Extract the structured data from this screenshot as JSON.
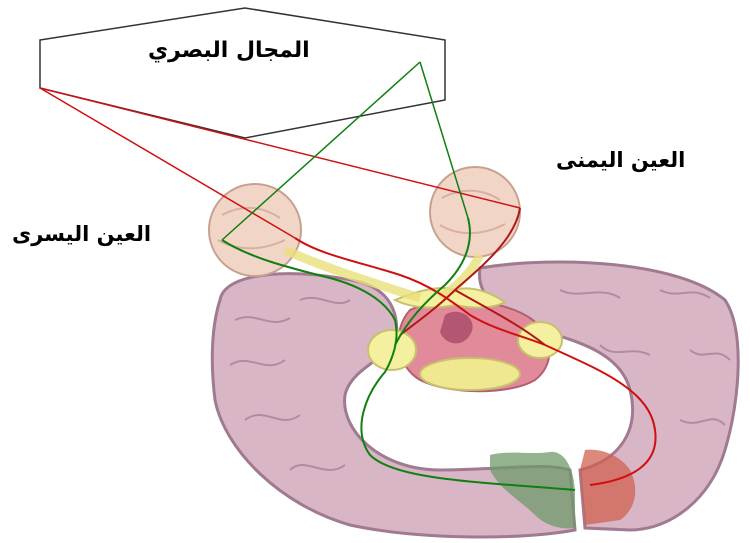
{
  "labels": {
    "visual_field": "المجال البصري",
    "right_eye": "العين اليمنى",
    "left_eye": "العين اليسرى"
  },
  "colors": {
    "left_field_path": "#d01010",
    "right_field_path": "#108010",
    "brain_tissue": "#d8b6c6",
    "brain_outline": "#a07a90",
    "eyeball": "#f1d6c8",
    "optic_chiasm": "#f4f0a0",
    "green_cortex": "#6f9a6a",
    "red_cortex": "#d06050"
  }
}
